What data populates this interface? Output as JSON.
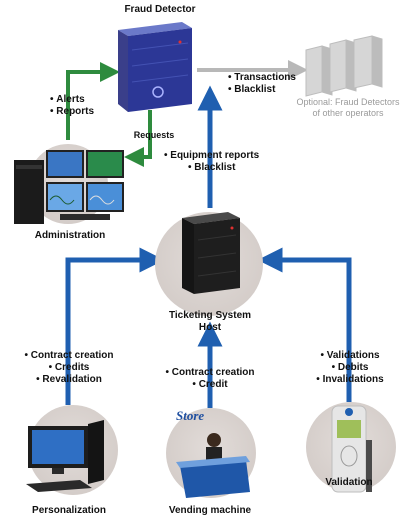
{
  "nodes": {
    "fraud_detector": {
      "title": "Fraud Detector"
    },
    "other_detectors": {
      "lines": [
        "Optional: Fraud Detectors",
        "of other operators"
      ]
    },
    "administration": {
      "title": "Administration"
    },
    "ticketing_host": {
      "lines": [
        "Ticketing System",
        "Host"
      ]
    },
    "personalization": {
      "title": "Personalization"
    },
    "vending_machine": {
      "title": "Vending machine",
      "store_sign": "Store"
    },
    "validation": {
      "title": "Validation"
    }
  },
  "flows": {
    "fraud_to_others": [
      "Transactions",
      "Blacklist"
    ],
    "admin_to_fraud": [
      "Alerts",
      "Reports"
    ],
    "fraud_to_admin": "Requests",
    "host_to_fraud": [
      "Equipment reports",
      "Blacklist"
    ],
    "personalization_to_host": [
      "Contract creation",
      "Credits",
      "Revalidation"
    ],
    "vending_to_host": [
      "Contract creation",
      "Credit"
    ],
    "validation_to_host": [
      "Validations",
      "Debits",
      "Invalidations"
    ]
  },
  "colors": {
    "blue_arrow": "#1f5fb0",
    "green_arrow": "#2e8b3e",
    "grey_arrow": "#b8b8b8"
  }
}
